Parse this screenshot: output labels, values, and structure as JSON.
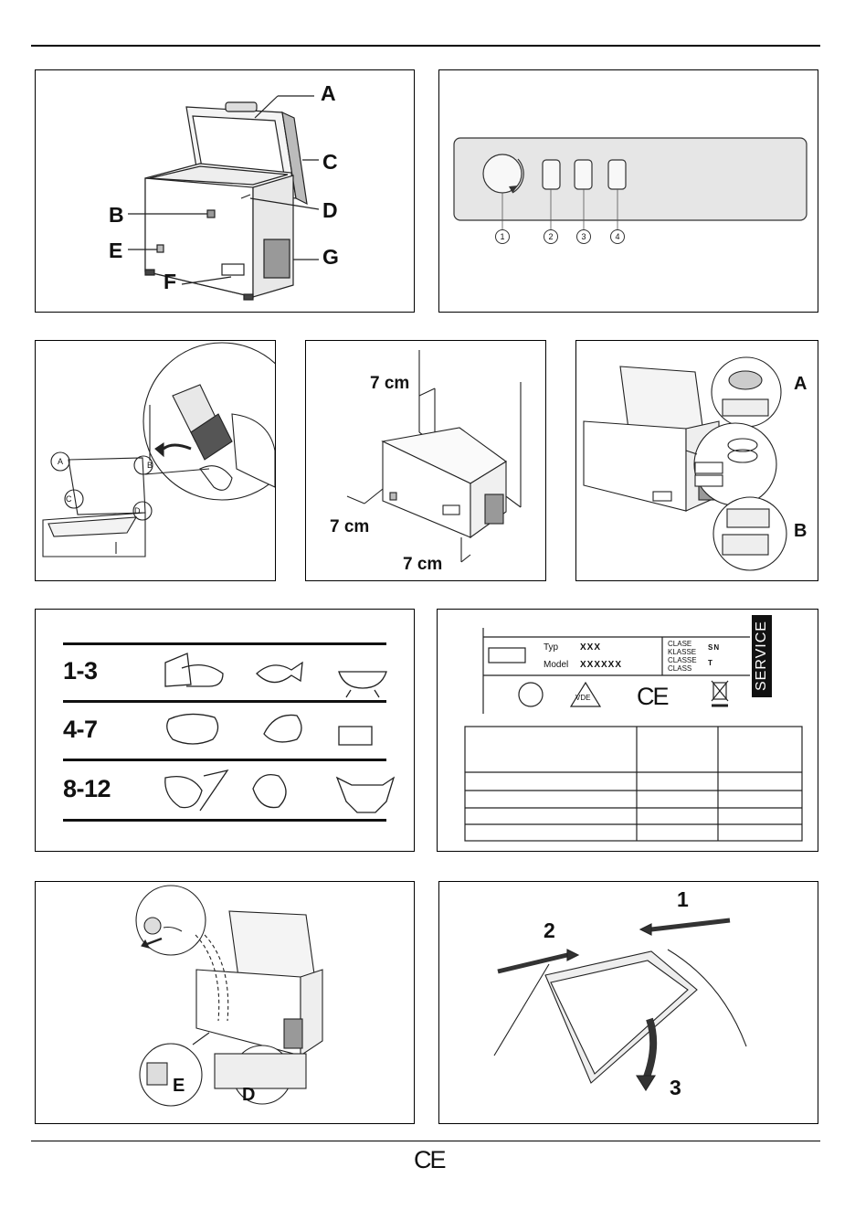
{
  "panel1": {
    "labels": {
      "a": "A",
      "b": "B",
      "c": "C",
      "d": "D",
      "e": "E",
      "f": "F",
      "g": "G"
    }
  },
  "panel2": {
    "controls": [
      "1",
      "2",
      "3",
      "4"
    ]
  },
  "panel3": {
    "hinges": {
      "a": "A",
      "b": "B",
      "c": "C",
      "d": "D"
    }
  },
  "panel4": {
    "clearances": {
      "top": "7 cm",
      "left": "7 cm",
      "bottom": "7 cm"
    }
  },
  "panel5": {
    "labels": {
      "a": "A",
      "b": "B"
    }
  },
  "storage_table": {
    "rows": [
      {
        "months": "1-3",
        "icons": [
          "cheese-bread-icon",
          "fish-icon",
          "fruit-bowl-icon"
        ]
      },
      {
        "months": "4-7",
        "icons": [
          "pork-icon",
          "poultry-icon",
          "cake-icon"
        ]
      },
      {
        "months": "8-12",
        "icons": [
          "vegetables-icon",
          "fruit-icon",
          "beef-icon"
        ]
      }
    ]
  },
  "rating_plate": {
    "typ_label": "Typ",
    "typ_value": "XXX",
    "model_label": "Model",
    "model_value": "XXXXXX",
    "class_labels": [
      "CLASE",
      "KLASSE",
      "CLASSE",
      "CLASS"
    ],
    "class_values": [
      "SN",
      "T"
    ],
    "service_label": "SERVICE",
    "vde_mark": "VDE",
    "ce_mark": "CE"
  },
  "panel8": {
    "labels": {
      "e": "E",
      "d": "D"
    }
  },
  "panel9": {
    "steps": [
      "1",
      "2",
      "3"
    ]
  },
  "footer": {
    "ce_mark": "CE"
  }
}
